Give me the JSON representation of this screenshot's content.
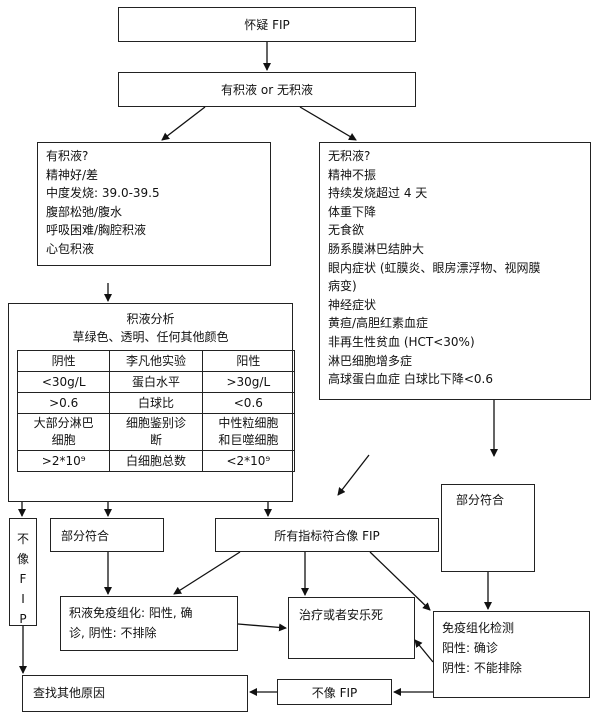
{
  "nodes": {
    "start": "怀疑 FIP",
    "question": "有积液 or 无积液",
    "wet": {
      "lines": [
        "有积液?",
        "精神好/差",
        "中度发烧:  39.0-39.5",
        "腹部松弛/腹水",
        "呼吸困难/胸腔积液",
        "心包积液"
      ]
    },
    "dry": {
      "lines": [
        "无积液?",
        "精神不振",
        "持续发烧超过 4 天",
        "体重下降",
        "无食欲",
        "肠系膜淋巴结肿大",
        "眼内症状 (虹膜炎、眼房漂浮物、视网膜",
        "病变)",
        "神经症状",
        "黄疸/高胆红素血症",
        "非再生性贫血 (HCT<30%)",
        "淋巴细胞增多症",
        "高球蛋白血症     白球比下降<0.6"
      ]
    },
    "analysis": {
      "title": "积液分析",
      "subtitle": "草绿色、透明、任何其他颜色",
      "table": [
        [
          "阴性",
          "李凡他实验",
          "阳性"
        ],
        [
          "<30g/L",
          "蛋白水平",
          ">30g/L"
        ],
        [
          ">0.6",
          "白球比",
          "<0.6"
        ],
        [
          "大部分淋巴\n细胞",
          "细胞鉴别诊\n断",
          "中性粒细胞\n和巨噬细胞"
        ],
        [
          ">2*10⁹",
          "白细胞总数",
          "<2*10⁹"
        ]
      ]
    },
    "not_fip_vertical": [
      "不",
      "像",
      "F",
      "I",
      "P"
    ],
    "partial_left": "部分符合",
    "all_match": "所有指标符合像 FIP",
    "partial_right": "部分符合",
    "effusion_ihc": [
      "积液免疫组化: 阳性, 确",
      "诊, 阴性: 不排除"
    ],
    "treat": "治疗或者安乐死",
    "ihc": [
      "免疫组化检测",
      "阳性:    确诊",
      "阴性:    不能排除"
    ],
    "other_causes": "查找其他原因",
    "not_fip": "不像 FIP"
  }
}
